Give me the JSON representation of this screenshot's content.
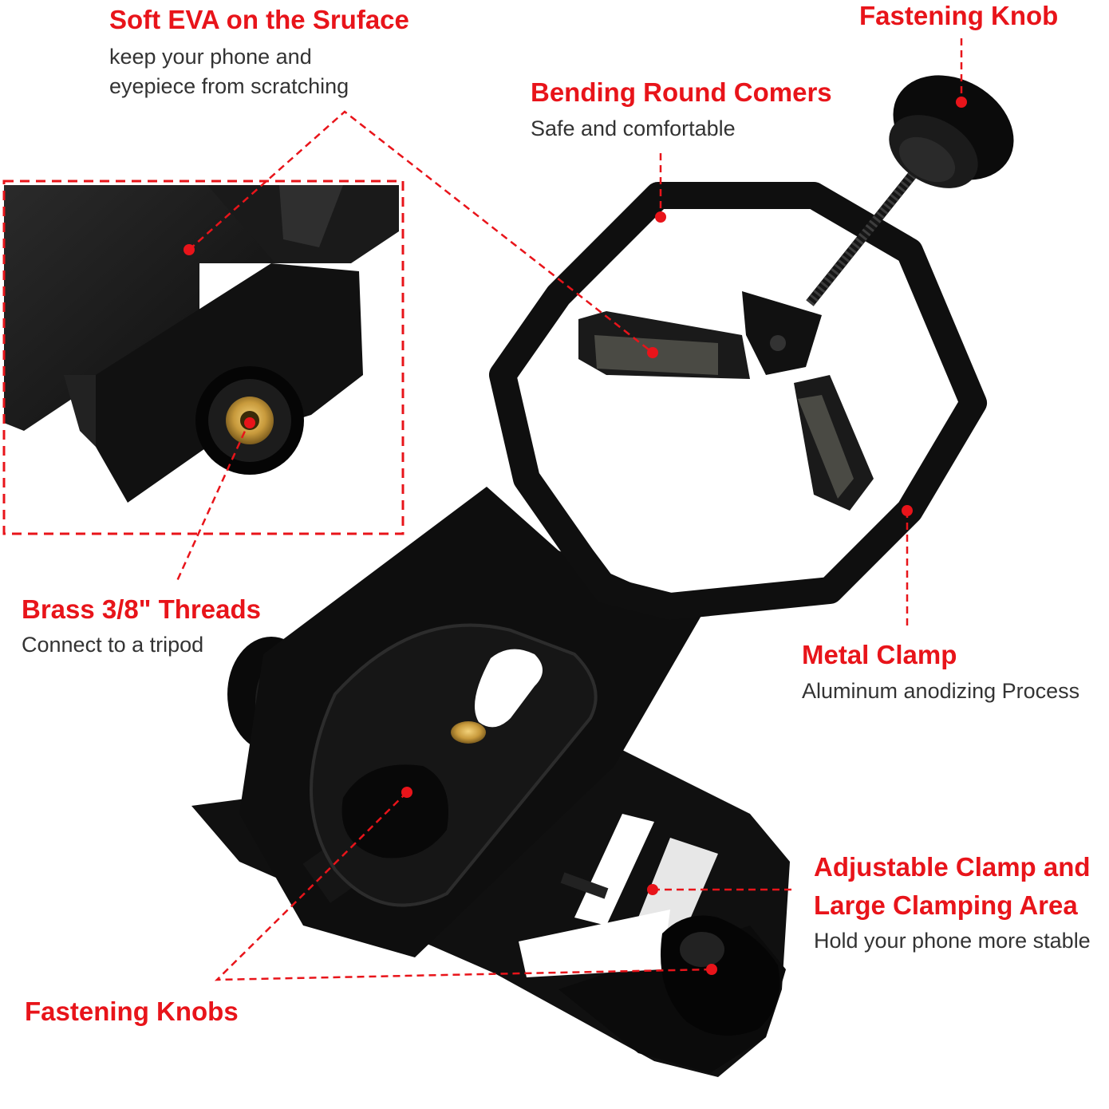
{
  "colors": {
    "accent": "#e8141a",
    "product": "#121212",
    "text": "#333333",
    "background": "#ffffff",
    "brass": "#c89a3c"
  },
  "annotations": {
    "soft_eva": {
      "title": "Soft EVA on the Sruface",
      "desc_line1": "keep your phone and",
      "desc_line2": "eyepiece from scratching"
    },
    "fastening_knob": {
      "title": "Fastening Knob"
    },
    "bending_corners": {
      "title": "Bending Round Comers",
      "desc": "Safe and comfortable"
    },
    "brass_threads": {
      "title": "Brass 3/8\" Threads",
      "desc": "Connect to a tripod"
    },
    "metal_clamp": {
      "title": "Metal Clamp",
      "desc": "Aluminum anodizing Process"
    },
    "adjustable_clamp": {
      "title_line1": "Adjustable Clamp and",
      "title_line2": "Large Clamping Area",
      "desc": "Hold your phone more stable"
    },
    "fastening_knobs": {
      "title": "Fastening Knobs"
    }
  },
  "icons": [
    "eyepiece-clamp-icon",
    "phone-holder-icon",
    "knob-icon",
    "brass-thread-icon"
  ]
}
